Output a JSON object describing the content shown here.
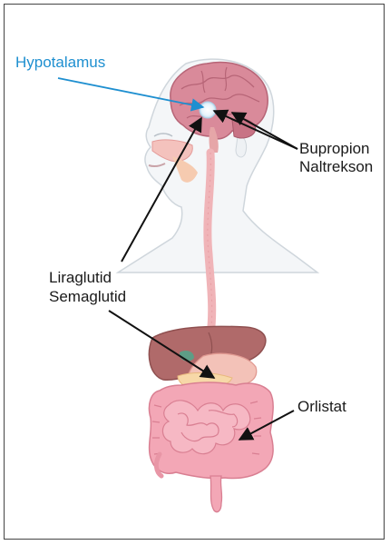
{
  "labels": {
    "hypothalamus": "Hypotalamus",
    "drug_upper_1": "Bupropion",
    "drug_upper_2": "Naltrekson",
    "drug_middle_1": "Liraglutid",
    "drug_middle_2": "Semaglutid",
    "drug_lower": "Orlistat"
  },
  "colors": {
    "hypothalamus_label": "#1e8fd0",
    "arrow": "#111111",
    "brain": "#d98a9a",
    "body_outline": "#dde3e8",
    "esophagus": "#f0b4b8",
    "liver": "#b06a6a",
    "intestine": "#f3a7b6"
  }
}
